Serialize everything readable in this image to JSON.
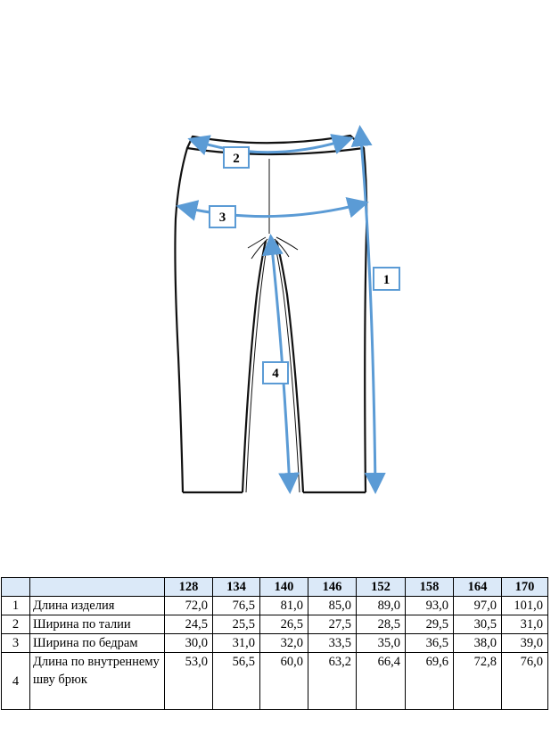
{
  "diagram": {
    "labels": [
      "1",
      "2",
      "3",
      "4"
    ],
    "measure_color": "#5b9bd5"
  },
  "table": {
    "header": [
      "",
      "",
      "128",
      "134",
      "140",
      "146",
      "152",
      "158",
      "164",
      "170"
    ],
    "header_bg": "#dbe9f8",
    "rows": [
      {
        "n": "1",
        "name": "Длина изделия",
        "values": [
          "72,0",
          "76,5",
          "81,0",
          "85,0",
          "89,0",
          "93,0",
          "97,0",
          "101,0"
        ]
      },
      {
        "n": "2",
        "name": "Ширина по талии",
        "values": [
          "24,5",
          "25,5",
          "26,5",
          "27,5",
          "28,5",
          "29,5",
          "30,5",
          "31,0"
        ]
      },
      {
        "n": "3",
        "name": "Ширина по бедрам",
        "values": [
          "30,0",
          "31,0",
          "32,0",
          "33,5",
          "35,0",
          "36,5",
          "38,0",
          "39,0"
        ]
      },
      {
        "n": "4",
        "name": "Длина по внутреннему шву брюк",
        "values": [
          "53,0",
          "56,5",
          "60,0",
          "63,2",
          "66,4",
          "69,6",
          "72,8",
          "76,0"
        ]
      }
    ]
  }
}
